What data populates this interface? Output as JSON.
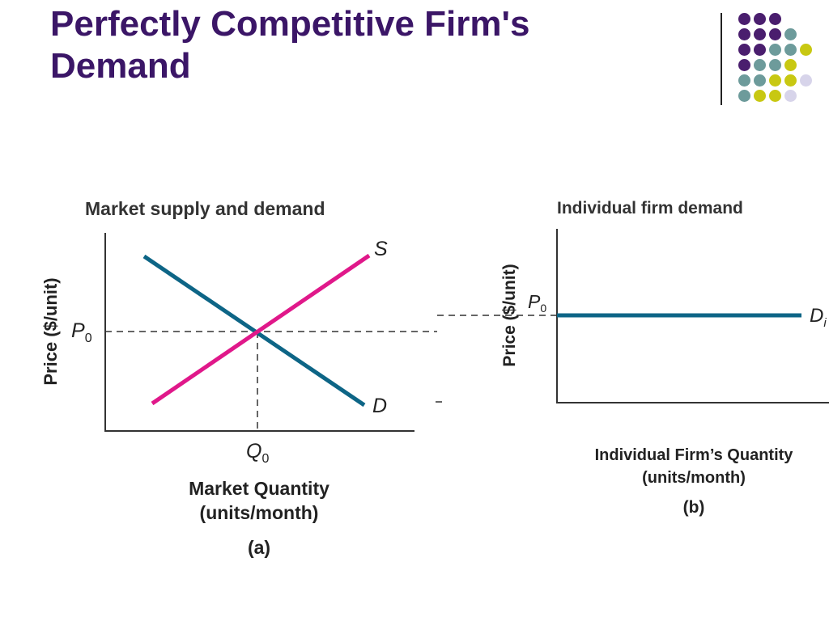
{
  "slide": {
    "title_line1": "Perfectly Competitive Firm's",
    "title_line2": "Demand",
    "colors": {
      "title": "#3b1667",
      "purple": "#4a1e6e",
      "teal": "#6d9b9b",
      "lime": "#c8c812",
      "lavender": "#d7d4ea",
      "demand": "#0d6586",
      "supply": "#e0188a"
    }
  },
  "panel_a": {
    "title": "Market supply and demand",
    "ylabel": "Price ($/unit)",
    "xlabel_line1": "Market Quantity",
    "xlabel_line2": "(units/month)",
    "tag": "(a)",
    "p0_main": "P",
    "p0_sub": "0",
    "q0_main": "Q",
    "q0_sub": "0",
    "supply_label": "S",
    "demand_label": "D"
  },
  "panel_b": {
    "title": "Individual firm demand",
    "ylabel": "Price ($/unit)",
    "xlabel_line1": "Individual Firm’s Quantity",
    "xlabel_line2": "(units/month)",
    "tag": "(b)",
    "p0_main": "P",
    "p0_sub": "0",
    "demand_main": "D",
    "demand_sub": "i"
  }
}
